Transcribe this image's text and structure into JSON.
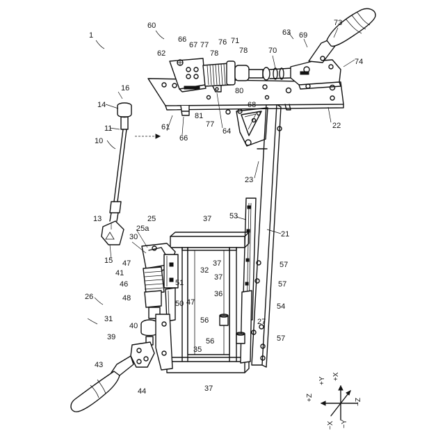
{
  "labels": {
    "l1": "1",
    "l60": "60",
    "l73": "73",
    "l66a": "66",
    "l67": "67",
    "l77a": "77",
    "l76": "76",
    "l71": "71",
    "l63": "63",
    "l62": "62",
    "l78a": "78",
    "l78b": "78",
    "l70": "70",
    "l69": "69",
    "l74": "74",
    "l16": "16",
    "l14": "14",
    "l11": "11",
    "l80": "80",
    "l68": "68",
    "l22": "22",
    "l61": "61",
    "l81": "81",
    "l77b": "77",
    "l64": "64",
    "l66b": "66",
    "l10": "10",
    "l23": "23",
    "l53": "53",
    "l21": "21",
    "l13": "13",
    "l25a": "25a",
    "l25": "25",
    "l37a": "37",
    "l30": "30",
    "l15": "15",
    "l47a": "47",
    "l41": "41",
    "l32": "32",
    "l37b": "37",
    "l57a": "57",
    "l46": "46",
    "l51": "51",
    "l47b": "47",
    "l57b": "57",
    "l26": "26",
    "l48": "48",
    "l50": "50",
    "l36": "36",
    "l54": "54",
    "l31": "31",
    "l56a": "56",
    "l27": "27",
    "l57c": "57",
    "l40": "40",
    "l39": "39",
    "l56b": "56",
    "l35": "35",
    "l43": "43",
    "l44": "44",
    "l37c": "37"
  },
  "axes": {
    "pz": "+Z",
    "py": "+Y",
    "px": "+X",
    "nz": "−Z",
    "nx": "−X",
    "ny": "−Y"
  }
}
